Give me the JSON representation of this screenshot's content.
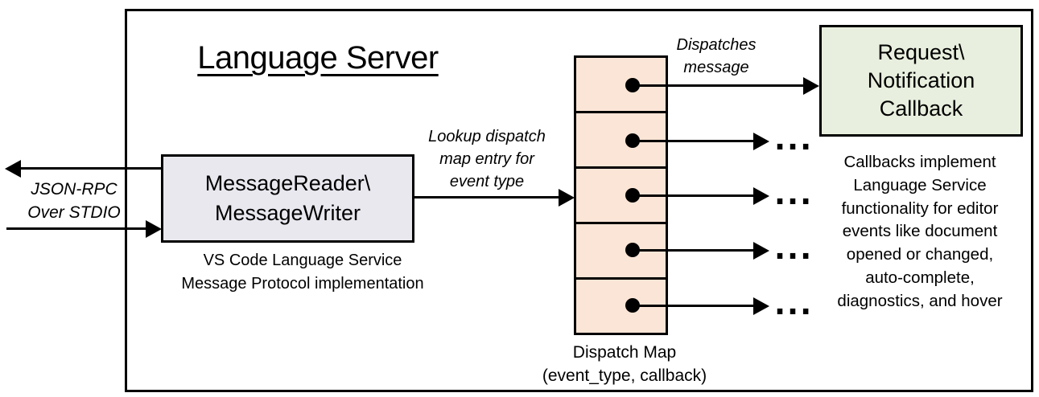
{
  "title": "Language Server",
  "stdio_label": {
    "lines": [
      "JSON-RPC",
      "Over STDIO"
    ]
  },
  "message_rw_box": {
    "lines": [
      "MessageReader\\",
      "MessageWriter"
    ],
    "fill": "#e9e8ef",
    "caption_lines": [
      "VS Code Language Service",
      "Message Protocol implementation"
    ]
  },
  "lookup_label": {
    "lines": [
      "Lookup dispatch",
      "map entry for",
      "event type"
    ]
  },
  "dispatch_map": {
    "fill": "#fbe5d6",
    "cell_count": 5,
    "caption_lines": [
      "Dispatch Map",
      "(event_type, callback)"
    ]
  },
  "dispatches_label": {
    "lines": [
      "Dispatches",
      "message"
    ]
  },
  "callback_box": {
    "lines": [
      "Request\\",
      "Notification",
      "Callback"
    ],
    "fill": "#e8efde"
  },
  "callbacks_note": {
    "lines": [
      "Callbacks implement",
      "Language Service",
      "functionality for editor",
      "events like document",
      "opened or changed,",
      "auto-complete,",
      "diagnostics, and hover"
    ]
  },
  "ellipsis": "...",
  "colors": {
    "line": "#000000",
    "background": "#ffffff"
  }
}
